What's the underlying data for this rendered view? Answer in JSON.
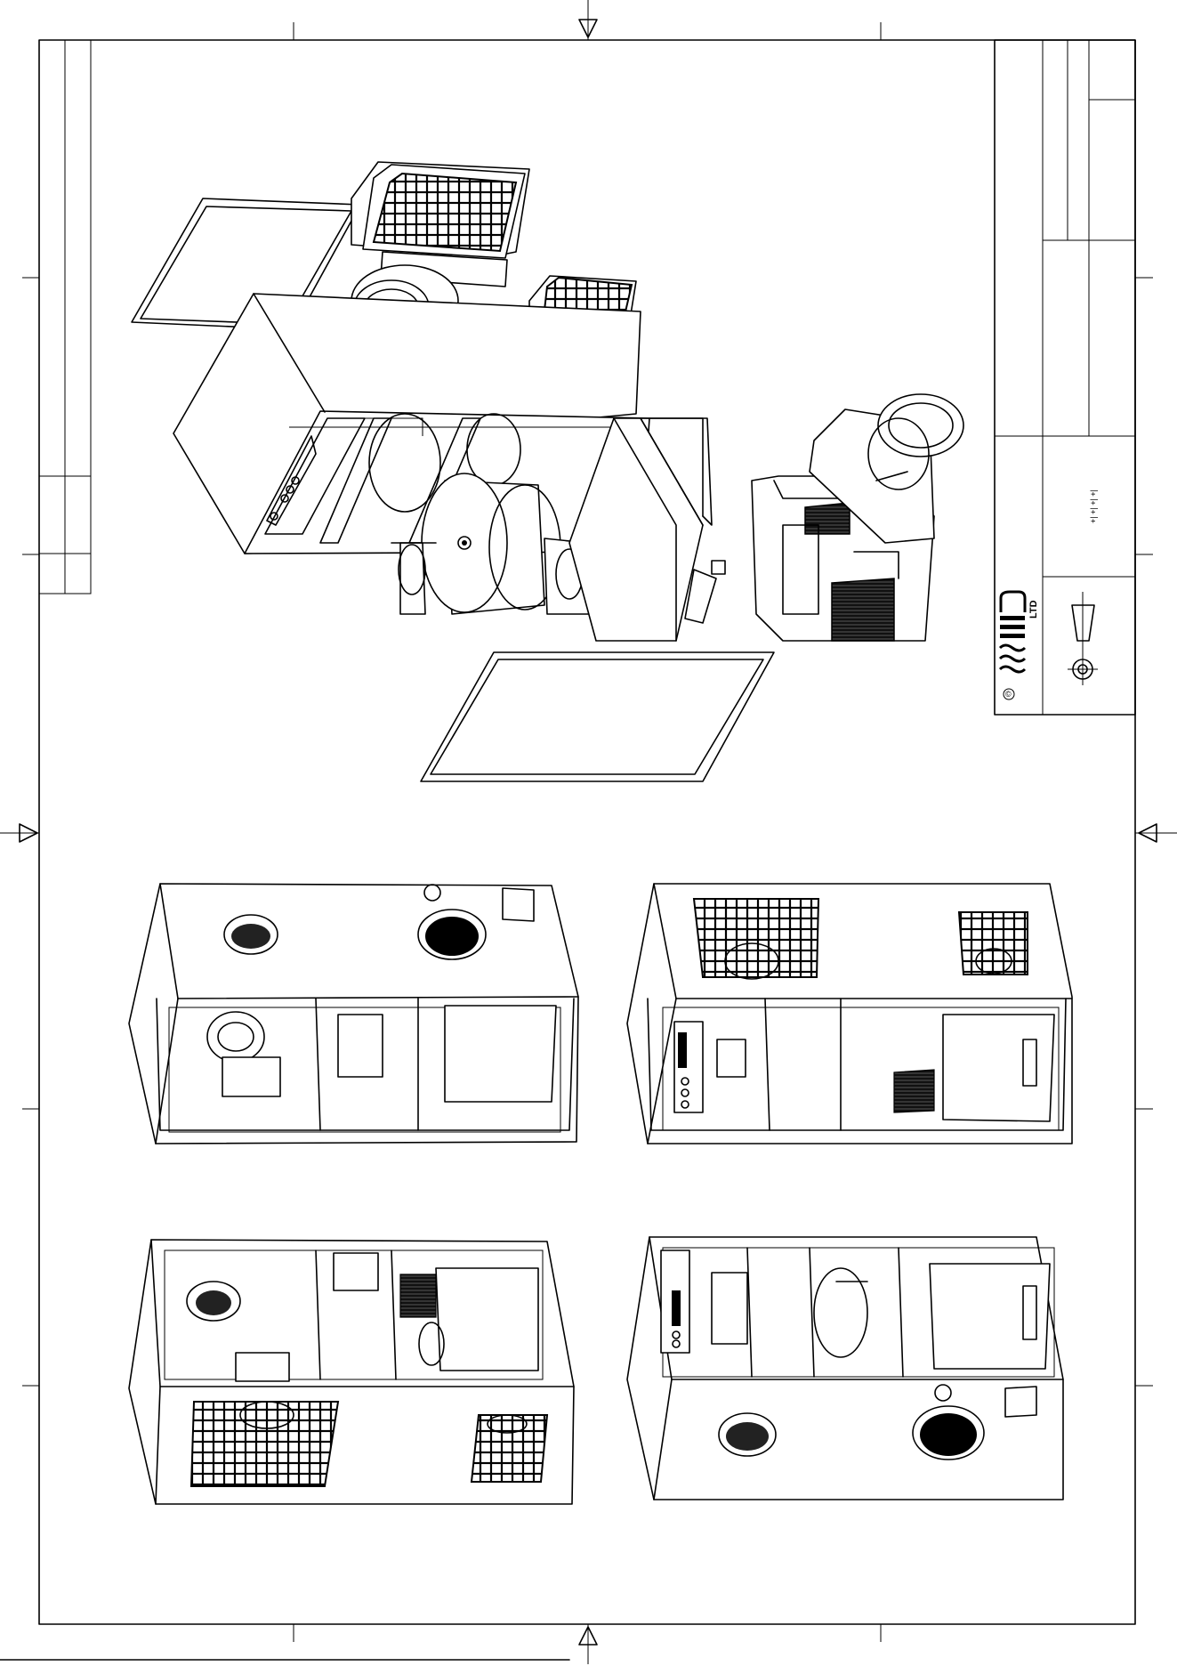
{
  "title_block": {
    "company_suffix": "LTD",
    "copyright_mark": "©",
    "scale_marks": "+| +| +| +|"
  },
  "views": [
    {
      "id": "exploded",
      "label": ""
    },
    {
      "id": "front-top",
      "label": ""
    },
    {
      "id": "rear-top",
      "label": ""
    },
    {
      "id": "front-bottom",
      "label": ""
    },
    {
      "id": "rear-bottom",
      "label": ""
    }
  ]
}
